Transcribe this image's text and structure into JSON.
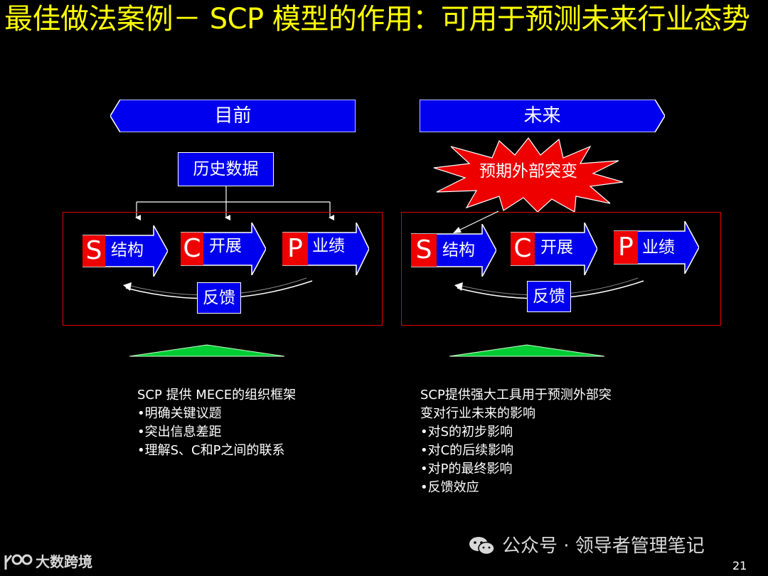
{
  "title": "最佳做法案例－ SCP 模型的作用：可用于预测未来行业态势",
  "colors": {
    "title": "#ffff00",
    "blue": "#0000ee",
    "red": "#ee0000",
    "green": "#00cc33"
  },
  "left_panel": {
    "header": "目前",
    "input_box": "历史数据",
    "steps": [
      {
        "letter": "S",
        "label": "结构"
      },
      {
        "letter": "C",
        "label": "开展"
      },
      {
        "letter": "P",
        "label": "业绩"
      }
    ],
    "feedback": "反馈",
    "bullets": [
      "SCP 提供 MECE的组织框架",
      "•明确关键议题",
      "•突出信息差距",
      "•理解S、C和P之间的联系"
    ]
  },
  "right_panel": {
    "header": "未来",
    "burst": "预期外部突变",
    "steps": [
      {
        "letter": "S",
        "label": "结构"
      },
      {
        "letter": "C",
        "label": "开展"
      },
      {
        "letter": "P",
        "label": "业绩"
      }
    ],
    "feedback": "反馈",
    "bullets": [
      "SCP提供强大工具用于预测外部突",
      "变对行业未来的影响",
      "•对S的初步影响",
      "•对C的后续影响",
      "•对P的最终影响",
      "•反馈效应"
    ]
  },
  "watermark": "公众号 · 领导者管理笔记",
  "logo_text": "大数跨境",
  "page_number": "21"
}
